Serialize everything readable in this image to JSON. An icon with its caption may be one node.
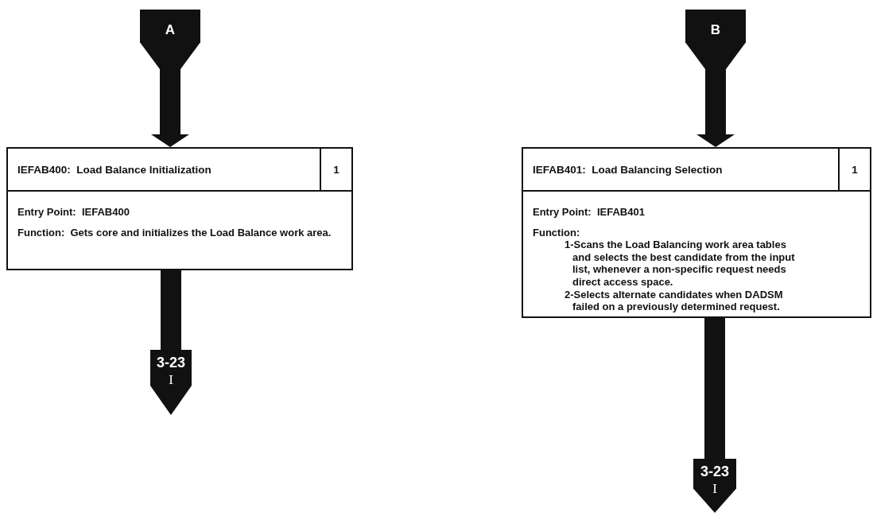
{
  "diagram": {
    "nodes": [
      {
        "text": [
          "A"
        ]
      },
      {
        "text": [
          "B"
        ]
      },
      {
        "text": [
          "IEFAB400:  Load Balance Initialization",
          "1",
          "Entry Point:  IEFAB400",
          "Function:  Gets core and initializes the Load Balance work area."
        ]
      },
      {
        "text": [
          "IEFAB401:  Load Balancing Selection",
          "1",
          "Entry Point:  IEFAB401",
          "Function:",
          "1-Scans the Load Balancing work area tables and selects the best candidate from the input list, whenever a non-specific request needs direct access space.",
          "2-Selects alternate candidates when DADSM failed on a previously determined request."
        ]
      },
      {
        "text": [
          "3-23",
          "I"
        ]
      },
      {
        "text": [
          "3-23",
          "I"
        ]
      }
    ],
    "edges": [
      {
        "from": 0,
        "to": 2,
        "arrow": "to"
      },
      {
        "from": 1,
        "to": 3,
        "arrow": "to"
      },
      {
        "from": 2,
        "to": 4,
        "arrow": "none"
      },
      {
        "from": 3,
        "to": 5,
        "arrow": "none"
      }
    ]
  }
}
